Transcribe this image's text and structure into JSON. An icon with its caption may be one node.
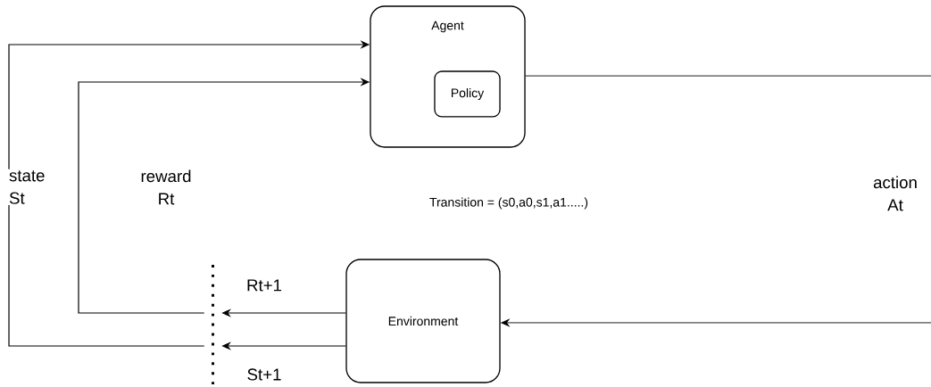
{
  "diagram": {
    "nodes": [
      {
        "text": [
          "Agent"
        ]
      },
      {
        "text": [
          "Policy"
        ],
        "in": 0
      },
      {
        "text": [
          "Environment"
        ]
      },
      {
        "text": [],
        "shape": "line"
      }
    ],
    "edges": [
      {
        "from": 3,
        "to": 0,
        "arrow": "to",
        "label": "reward Rt"
      },
      {
        "from": 3,
        "to": 0,
        "arrow": "to",
        "label": "state St"
      },
      {
        "from": 0,
        "to": 2,
        "arrow": "to",
        "label": "action At"
      },
      {
        "from": 2,
        "to": 3,
        "arrow": "to",
        "label": "Rt+1"
      },
      {
        "from": 2,
        "to": 3,
        "arrow": "to",
        "label": "St+1"
      }
    ],
    "labels": [
      "Transition = (s0,a0,s1,a1.....)"
    ]
  }
}
